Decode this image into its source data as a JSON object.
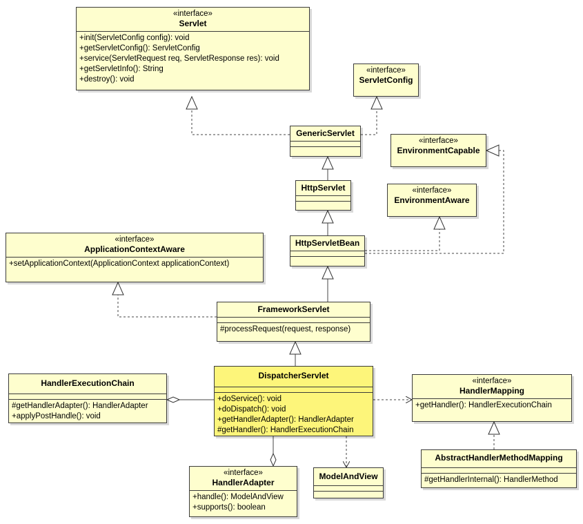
{
  "classes": {
    "servlet": {
      "stereotype": "«interface»",
      "name": "Servlet",
      "methods": [
        "+init(ServletConfig config): void",
        "+getServletConfig(): ServletConfig",
        "+service(ServletRequest req, ServletResponse res): void",
        "+getServletInfo(): String",
        "+destroy(): void"
      ]
    },
    "servlet_config": {
      "stereotype": "«interface»",
      "name": "ServletConfig"
    },
    "generic_servlet": {
      "name": "GenericServlet"
    },
    "environment_capable": {
      "stereotype": "«interface»",
      "name": "EnvironmentCapable"
    },
    "http_servlet": {
      "name": "HttpServlet"
    },
    "environment_aware": {
      "stereotype": "«interface»",
      "name": "EnvironmentAware"
    },
    "application_context_aware": {
      "stereotype": "«interface»",
      "name": "ApplicationContextAware",
      "methods": [
        "+setApplicationContext(ApplicationContext applicationContext)"
      ]
    },
    "http_servlet_bean": {
      "name": "HttpServletBean"
    },
    "framework_servlet": {
      "name": "FrameworkServlet",
      "methods": [
        "#processRequest(request, response)"
      ]
    },
    "handler_execution_chain": {
      "name": "HandlerExecutionChain",
      "methods": [
        "#getHandlerAdapter(): HandlerAdapter",
        "+applyPostHandle(): void"
      ]
    },
    "dispatcher_servlet": {
      "name": "DispatcherServlet",
      "methods": [
        "+doService(): void",
        "+doDispatch(): void",
        "+getHandlerAdapter(): HandlerAdapter",
        "#getHandler(): HandlerExecutionChain"
      ]
    },
    "handler_mapping": {
      "stereotype": "«interface»",
      "name": "HandlerMapping",
      "methods": [
        "+getHandler(): HandlerExecutionChain"
      ]
    },
    "abstract_handler_method_mapping": {
      "name": "AbstractHandlerMethodMapping",
      "methods": [
        "#getHandlerInternal(): HandlerMethod"
      ]
    },
    "handler_adapter": {
      "stereotype": "«interface»",
      "name": "HandlerAdapter",
      "methods": [
        "+handle(): ModelAndView",
        "+supports(): boolean"
      ]
    },
    "model_and_view": {
      "name": "ModelAndView"
    }
  },
  "colors": {
    "class_fill": "#fefece",
    "highlight_fill": "#fdf57a",
    "border": "#3a3a3a",
    "line": "#444444"
  }
}
